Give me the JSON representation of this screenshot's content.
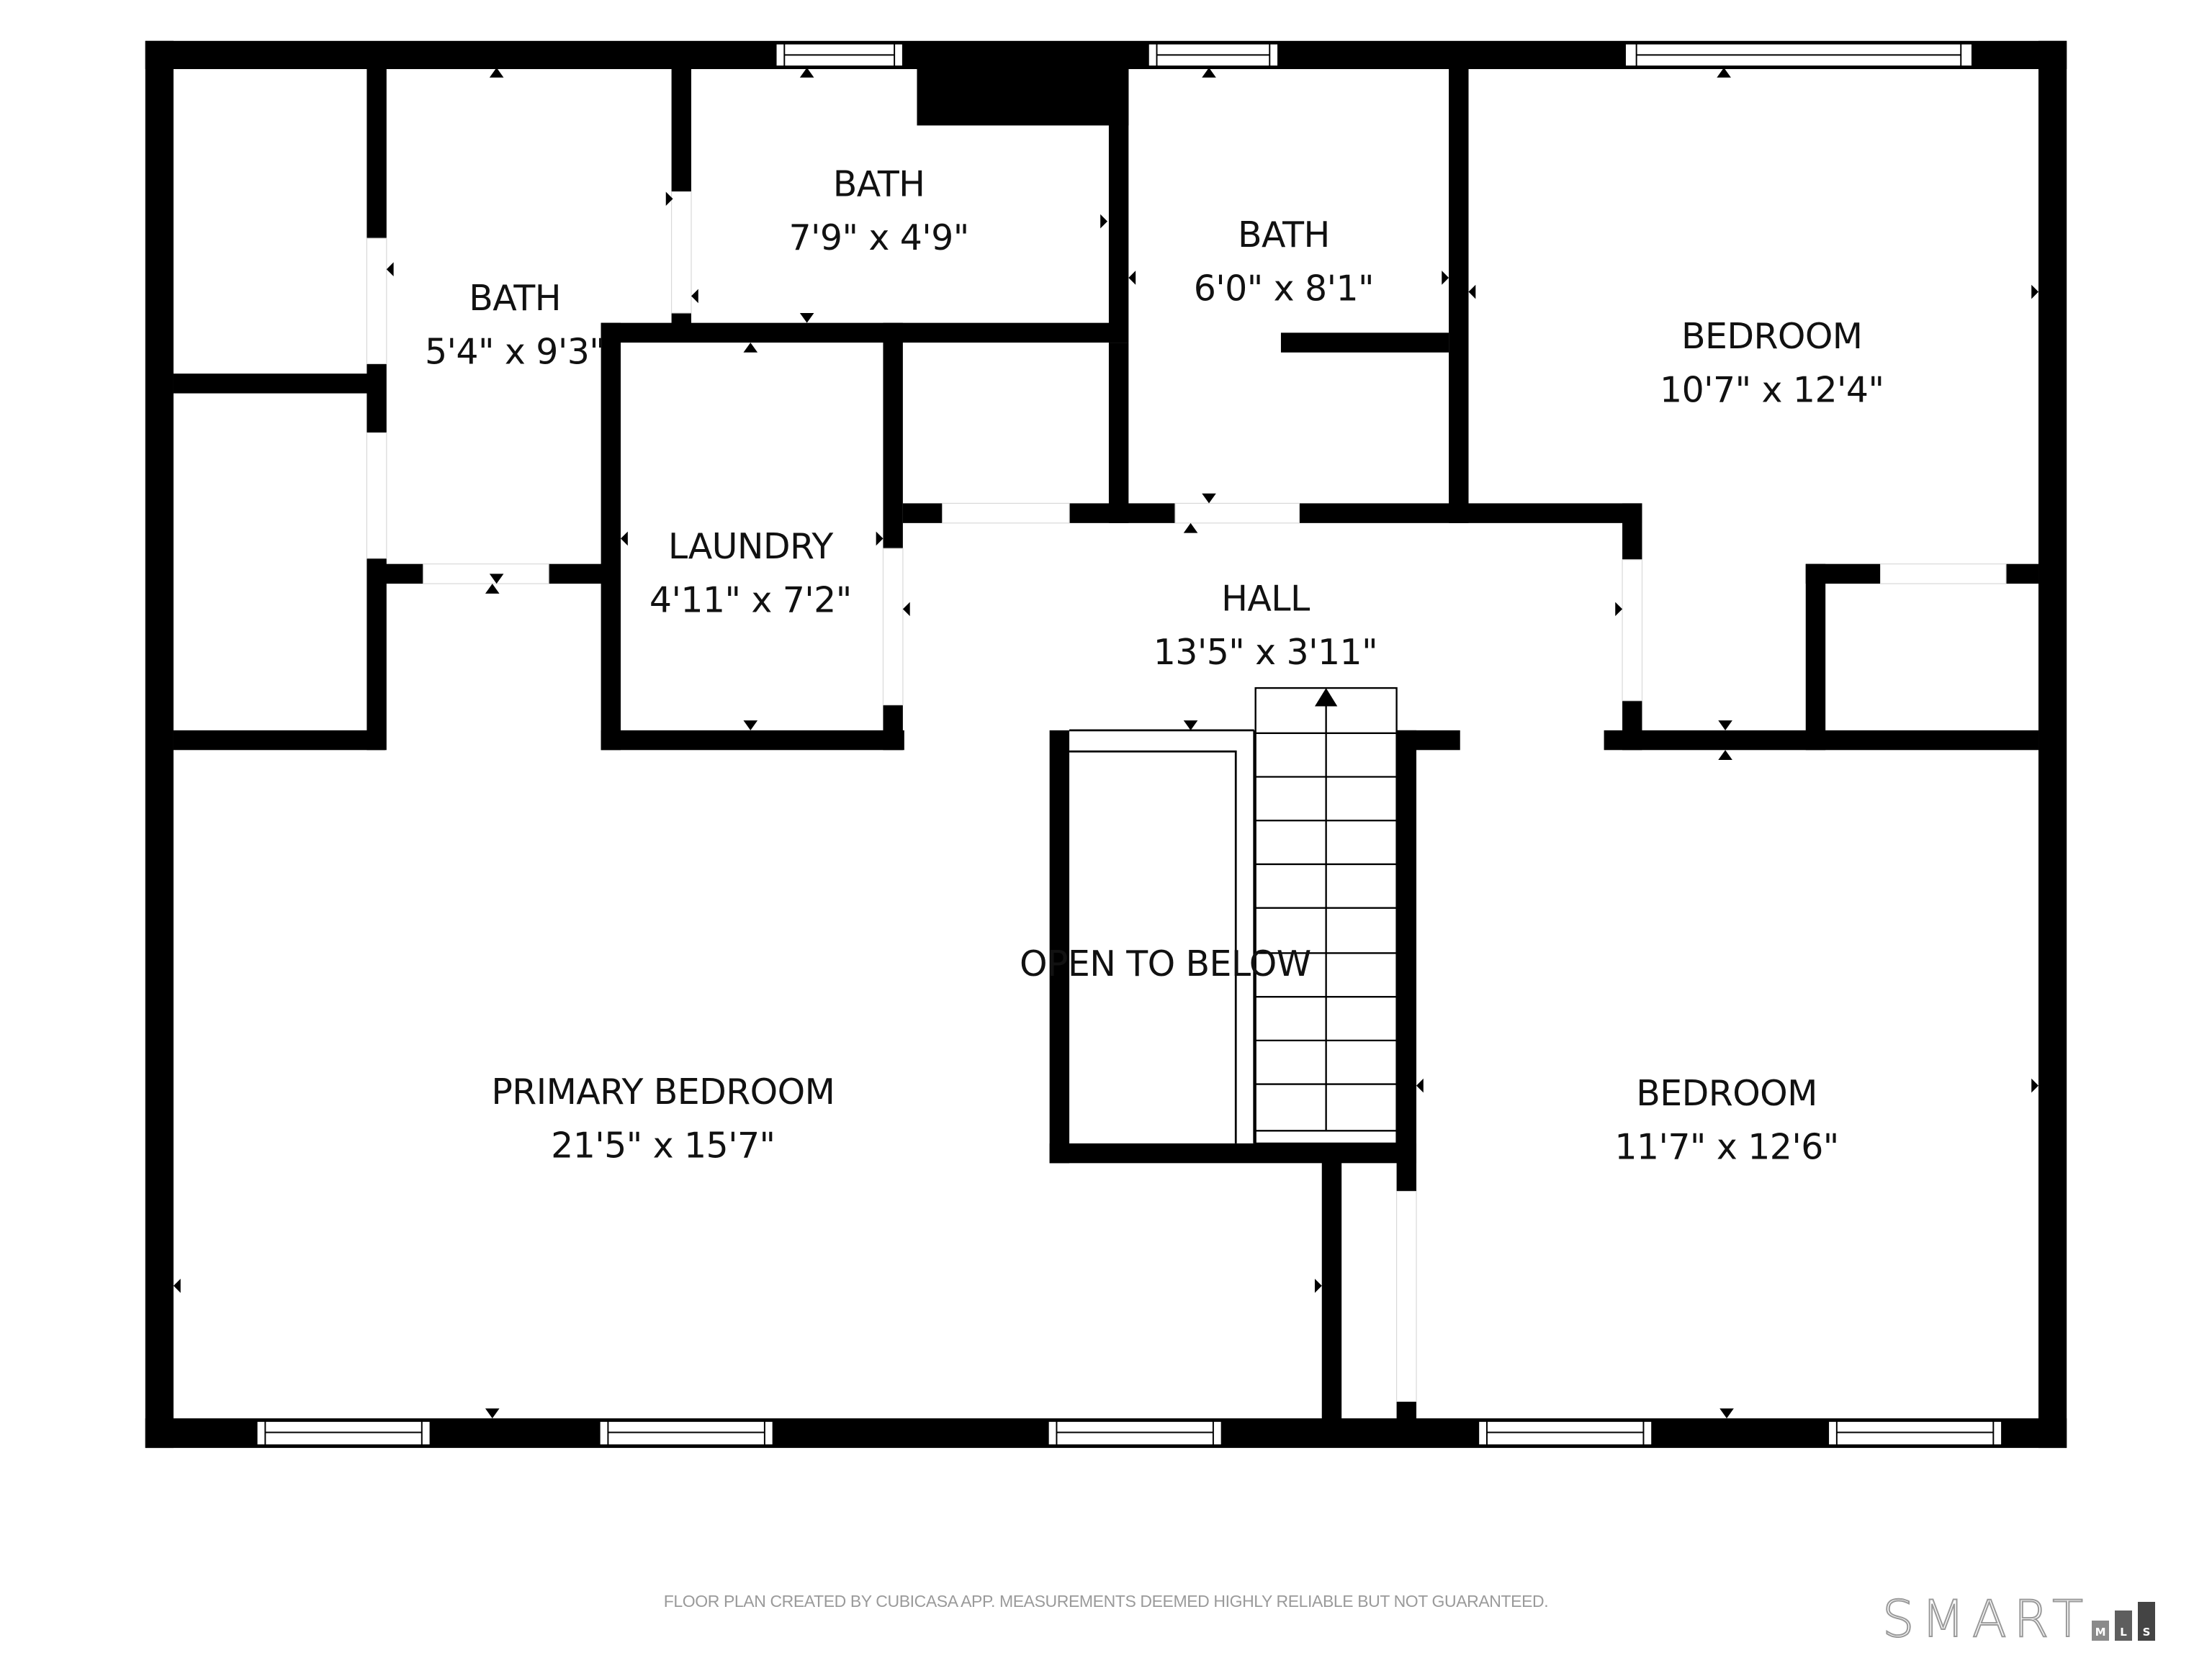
{
  "floor_plan": {
    "rooms": [
      {
        "id": "bath-1",
        "name": "BATH",
        "dimensions": "5'4\" x 9'3\""
      },
      {
        "id": "bath-2",
        "name": "BATH",
        "dimensions": "7'9\" x 4'9\""
      },
      {
        "id": "bath-3",
        "name": "BATH",
        "dimensions": "6'0\" x 8'1\""
      },
      {
        "id": "bedroom-1",
        "name": "BEDROOM",
        "dimensions": "10'7\" x 12'4\""
      },
      {
        "id": "laundry",
        "name": "LAUNDRY",
        "dimensions": "4'11\" x 7'2\""
      },
      {
        "id": "hall",
        "name": "HALL",
        "dimensions": "13'5\" x 3'11\""
      },
      {
        "id": "open-to-below",
        "name": "OPEN TO BELOW",
        "dimensions": ""
      },
      {
        "id": "primary-bedroom",
        "name": "PRIMARY BEDROOM",
        "dimensions": "21'5\" x 15'7\""
      },
      {
        "id": "bedroom-2",
        "name": "BEDROOM",
        "dimensions": "11'7\" x 12'6\""
      }
    ],
    "stairs": {
      "direction": "up",
      "steps": 10
    }
  },
  "footer": {
    "disclaimer": "FLOOR PLAN CREATED BY CUBICASA APP. MEASUREMENTS DEEMED HIGHLY RELIABLE BUT NOT GUARANTEED.",
    "logo": {
      "word": "SMART",
      "bars": [
        {
          "letter": "M",
          "color": "#8a8a8a"
        },
        {
          "letter": "L",
          "color": "#5e5e5e"
        },
        {
          "letter": "S",
          "color": "#444444"
        }
      ]
    }
  },
  "colors": {
    "wall": "#000000",
    "background": "#ffffff",
    "disclaimer_text": "#9a9a9a"
  }
}
